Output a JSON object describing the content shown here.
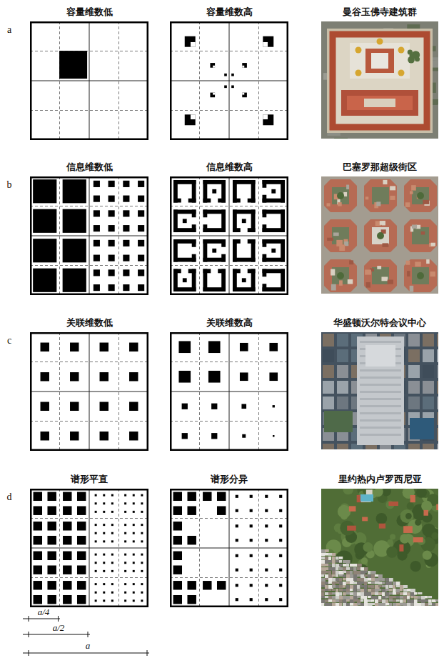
{
  "diagram": {
    "nodes": [
      {
        "text": [
          "容量维数低"
        ]
      },
      {
        "text": [
          "容量维数高"
        ]
      },
      {
        "text": [
          "曼谷玉佛寺建筑群"
        ]
      },
      {
        "text": [
          "信息维数低"
        ]
      },
      {
        "text": [
          "信息维数高"
        ]
      },
      {
        "text": [
          "巴塞罗那超级街区"
        ]
      },
      {
        "text": [
          "关联维数低"
        ]
      },
      {
        "text": [
          "关联维数高"
        ]
      },
      {
        "text": [
          "华盛顿沃尔特会议中心"
        ]
      },
      {
        "text": [
          "谱形平直"
        ]
      },
      {
        "text": [
          "谱形分异"
        ]
      },
      {
        "text": [
          "里约热内卢罗西尼亚"
        ]
      }
    ],
    "labels": [
      "a",
      "b",
      "c",
      "d",
      "a/4",
      "a/2",
      "a"
    ]
  }
}
